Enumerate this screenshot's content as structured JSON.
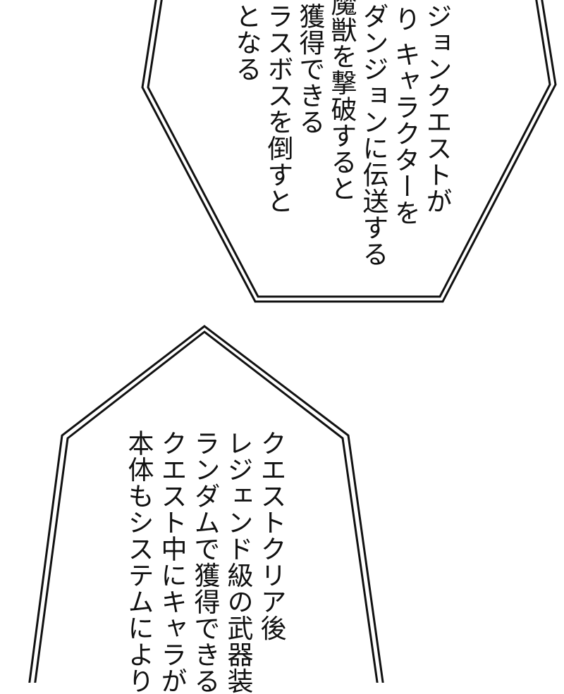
{
  "colors": {
    "background": "#ffffff",
    "ink": "#111111"
  },
  "bubbles": [
    {
      "lines": [
        "ジョンクエストが",
        "り キャラクターを",
        "ダンジョンに伝送する",
        "魔獣を撃破すると",
        "獲得できる",
        "ラスボスを倒すと",
        "となる"
      ]
    },
    {
      "lines": [
        "クエストクリア後",
        "レジェンド級の武器装",
        "ランダムで獲得できる",
        "クエスト中にキャラが",
        "本体もシステムにより"
      ]
    }
  ]
}
